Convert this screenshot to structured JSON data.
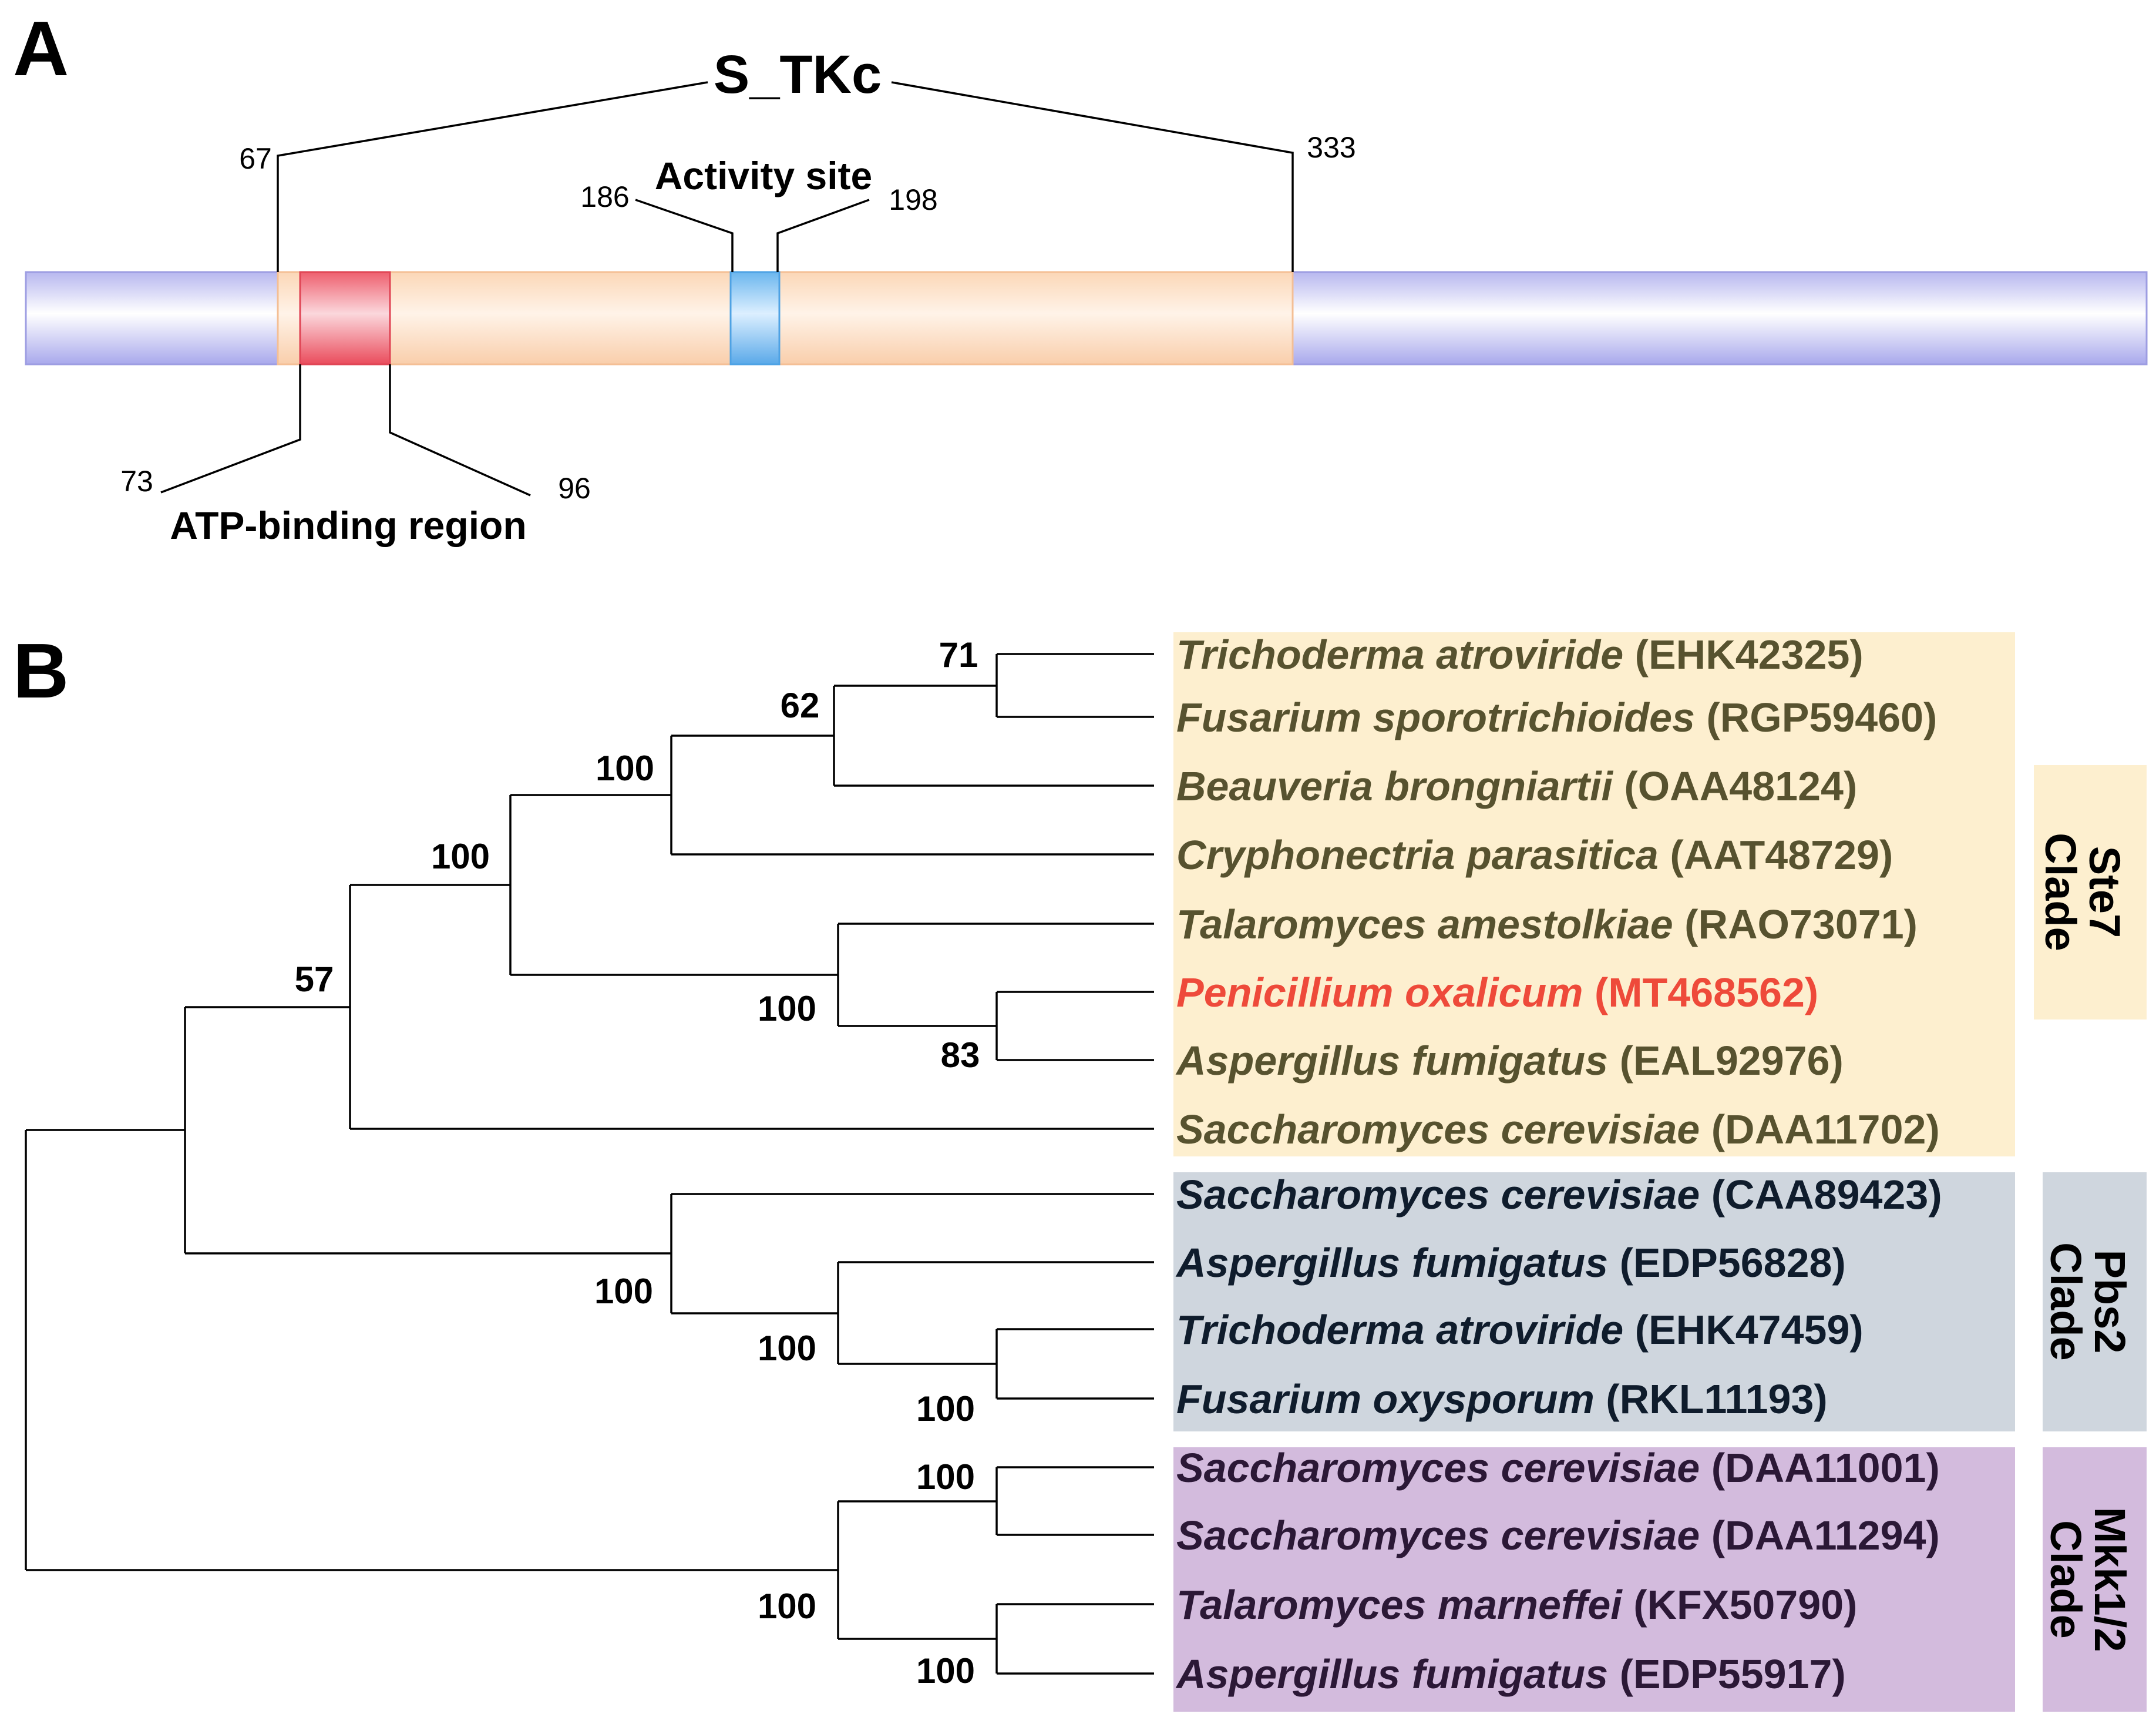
{
  "panel_a": {
    "letter": "A",
    "domain_name": "S_TKc",
    "domain_start": "67",
    "domain_end": "333",
    "activity_label": "Activity site",
    "activity_start": "186",
    "activity_end": "198",
    "atp_label": "ATP-binding region",
    "atp_start": "73",
    "atp_end": "96",
    "colors": {
      "backbone": "#b7b7ef",
      "domain": "#fbd7b7",
      "atp": "#ee5f6e",
      "activity": "#6bb6ee"
    }
  },
  "panel_b": {
    "letter": "B",
    "taxa": [
      {
        "species": "Trichoderma atroviride",
        "accession": "(EHK42325)",
        "color": "#57522f"
      },
      {
        "species": "Fusarium sporotrichioides",
        "accession": "(RGP59460)",
        "color": "#57522f"
      },
      {
        "species": "Beauveria brongniartii",
        "accession": "(OAA48124)",
        "color": "#57522f"
      },
      {
        "species": "Cryphonectria parasitica",
        "accession": "(AAT48729)",
        "color": "#57522f"
      },
      {
        "species": "Talaromyces amestolkiae",
        "accession": "(RAO73071)",
        "color": "#57522f"
      },
      {
        "species": "Penicillium oxalicum",
        "accession": "(MT468562)",
        "color": "#ee4a3a"
      },
      {
        "species": "Aspergillus fumigatus",
        "accession": "(EAL92976)",
        "color": "#57522f"
      },
      {
        "species": "Saccharomyces cerevisiae",
        "accession": "(DAA11702)",
        "color": "#57522f"
      },
      {
        "species": "Saccharomyces cerevisiae",
        "accession": "(CAA89423)",
        "color": "#0f1c2c"
      },
      {
        "species": "Aspergillus fumigatus",
        "accession": "(EDP56828)",
        "color": "#0f1c2c"
      },
      {
        "species": "Trichoderma atroviride",
        "accession": "(EHK47459)",
        "color": "#0f1c2c"
      },
      {
        "species": "Fusarium oxysporum",
        "accession": "(RKL11193)",
        "color": "#0f1c2c"
      },
      {
        "species": "Saccharomyces cerevisiae",
        "accession": "(DAA11001)",
        "color": "#2b1836"
      },
      {
        "species": "Saccharomyces cerevisiae",
        "accession": "(DAA11294)",
        "color": "#2b1836"
      },
      {
        "species": "Talaromyces marneffei",
        "accession": "(KFX50790)",
        "color": "#2b1836"
      },
      {
        "species": "Aspergillus fumigatus",
        "accession": "(EDP55917)",
        "color": "#2b1836"
      }
    ],
    "bootstrap": [
      "71",
      "62",
      "100",
      "100",
      "57",
      "100",
      "83",
      "100",
      "100",
      "100",
      "100",
      "100",
      "100"
    ],
    "clades": [
      {
        "line1": "Ste7",
        "line2": "Clade",
        "color": "#fdefcf"
      },
      {
        "line1": "Pbs2",
        "line2": "Clade",
        "color": "#cfd6de"
      },
      {
        "line1": "Mkk1/2",
        "line2": "Clade",
        "color": "#d3bbdd"
      }
    ]
  }
}
